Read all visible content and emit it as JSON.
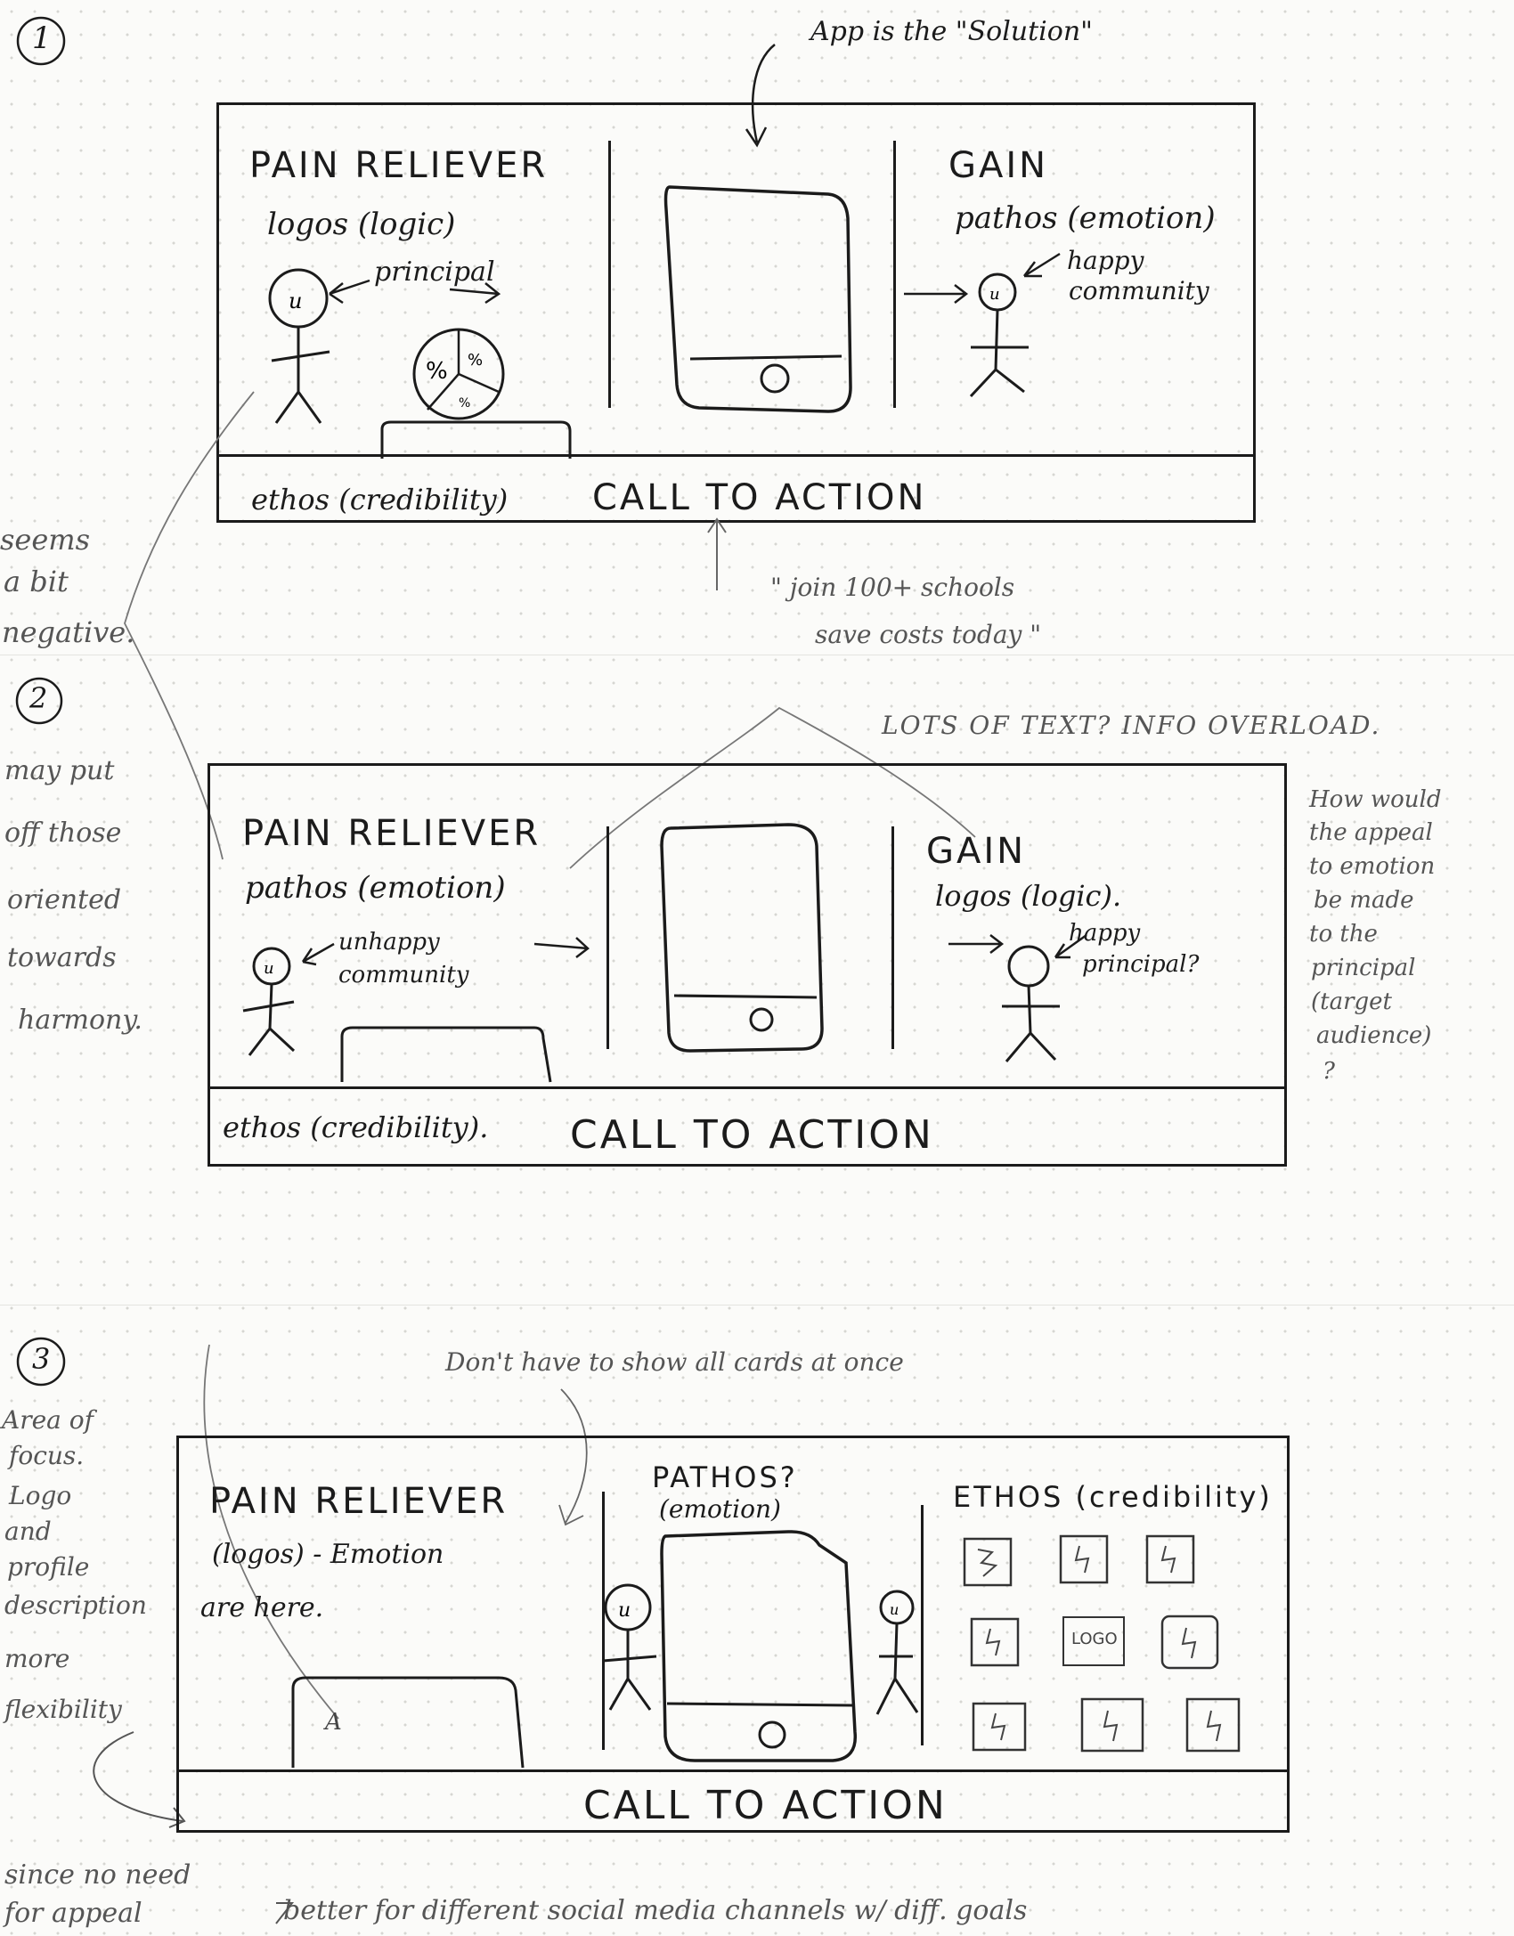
{
  "sketch_1": {
    "number": "1",
    "top_note": "App is the \"Solution\"",
    "pain_reliever": "PAIN RELIEVER",
    "pain_appeal": "logos (logic)",
    "pain_person": "principal",
    "gain": "GAIN",
    "gain_appeal": "pathos (emotion)",
    "gain_person_line1": "happy",
    "gain_person_line2": "community",
    "ethos": "ethos (credibility)",
    "cta": "CALL TO ACTION",
    "cta_note_line1": "\" join 100+ schools",
    "cta_note_line2": "save costs today \"",
    "side_note": [
      "seems",
      "a bit",
      "negative."
    ]
  },
  "sketch_2": {
    "number": "2",
    "top_note": "LOTS OF TEXT? INFO OVERLOAD.",
    "pain_reliever": "PAIN RELIEVER",
    "pain_appeal": "pathos (emotion)",
    "pain_person_line1": "unhappy",
    "pain_person_line2": "community",
    "gain": "GAIN",
    "gain_appeal": "logos (logic).",
    "gain_person_line1": "happy",
    "gain_person_line2": "principal?",
    "ethos": "ethos (credibility).",
    "cta": "CALL TO ACTION",
    "left_note": [
      "may put",
      "off those",
      "oriented",
      "towards",
      "harmony."
    ],
    "right_note": [
      "How would",
      "the appeal",
      "to emotion",
      "be made",
      "to the",
      "principal",
      "(target",
      "audience)",
      "?"
    ]
  },
  "sketch_3": {
    "number": "3",
    "top_note": "Don't have to show all cards at once",
    "pain_reliever": "PAIN RELIEVER",
    "pain_appeal": "(logos) - Emotion",
    "pain_appeal_line2": "are here.",
    "pathos_label": "PATHOS?",
    "pathos_sub": "(emotion)",
    "ethos_label": "ETHOS (credibility)",
    "logo_tiles": [
      "",
      "",
      "",
      "",
      "LOGO",
      "",
      "",
      "",
      ""
    ],
    "cta": "CALL TO ACTION",
    "left_note": [
      "Area of",
      "focus.",
      "Logo",
      "and",
      "profile",
      "description",
      "more",
      "flexibility"
    ],
    "bottom_left_note": [
      "since no need",
      "for appeal"
    ],
    "bottom_note": "better for different social media channels w/ diff. goals"
  },
  "icons": {
    "phone": "phone-icon",
    "pie_chart": "pie-chart-icon",
    "stick_figure": "stick-figure-icon",
    "logo_tile": "logo-tile-icon"
  }
}
